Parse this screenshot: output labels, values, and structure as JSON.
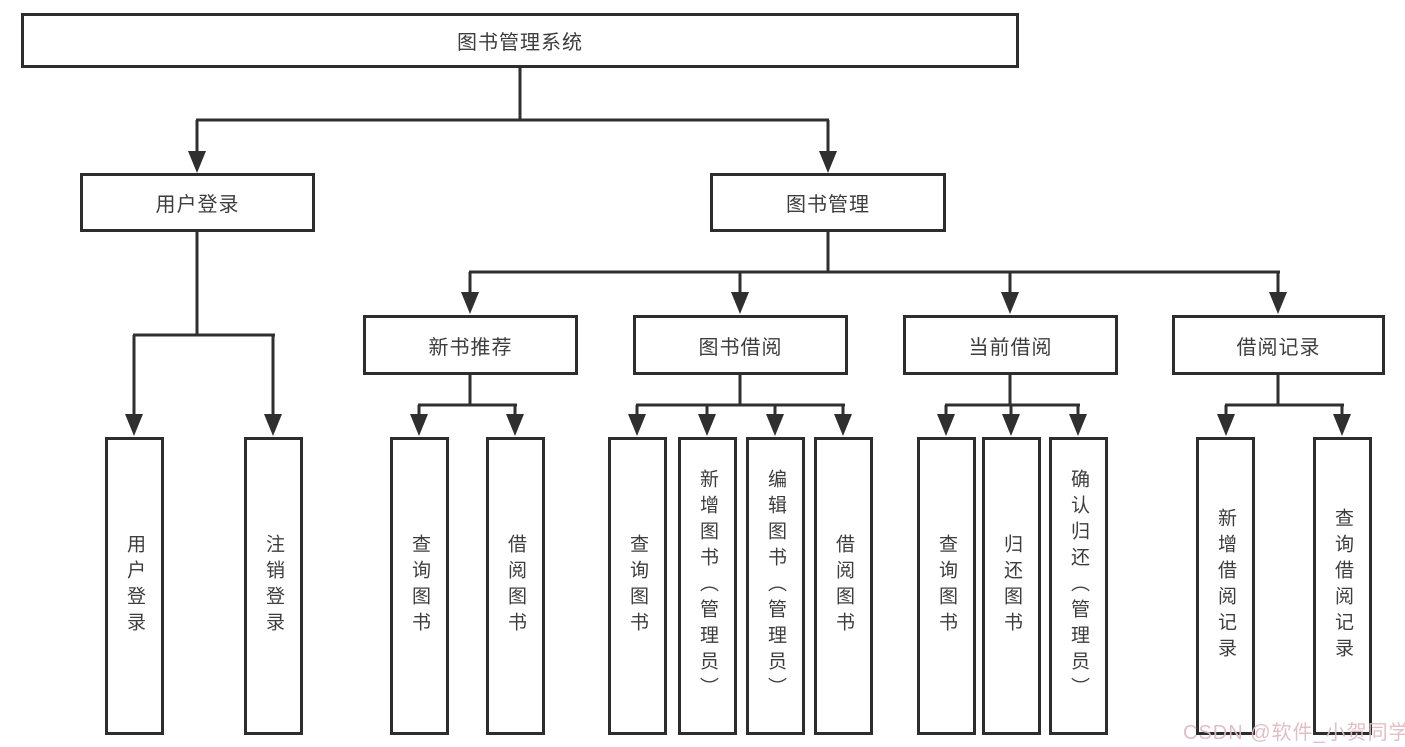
{
  "tree": {
    "root": "图书管理系统",
    "branches": [
      {
        "label": "用户登录",
        "children": [
          "用户登录",
          "注销登录"
        ]
      },
      {
        "label": "图书管理",
        "groups": [
          {
            "label": "新书推荐",
            "children": [
              "查询图书",
              "借阅图书"
            ]
          },
          {
            "label": "图书借阅",
            "children": [
              "查询图书",
              "新增图书（管理员）",
              "编辑图书（管理员）",
              "借阅图书"
            ]
          },
          {
            "label": "当前借阅",
            "children": [
              "查询图书",
              "归还图书",
              "确认归还（管理员）"
            ]
          },
          {
            "label": "借阅记录",
            "children": [
              "新增借阅记录",
              "查询借阅记录"
            ]
          }
        ]
      }
    ]
  },
  "watermark": "CSDN @软件_小贺同学",
  "colors": {
    "line": "#2f2f2f",
    "box_border": "#2d2d2d",
    "box_fill": "#ffffff",
    "text": "#3d3d3d",
    "watermark": "#e0bac4"
  }
}
